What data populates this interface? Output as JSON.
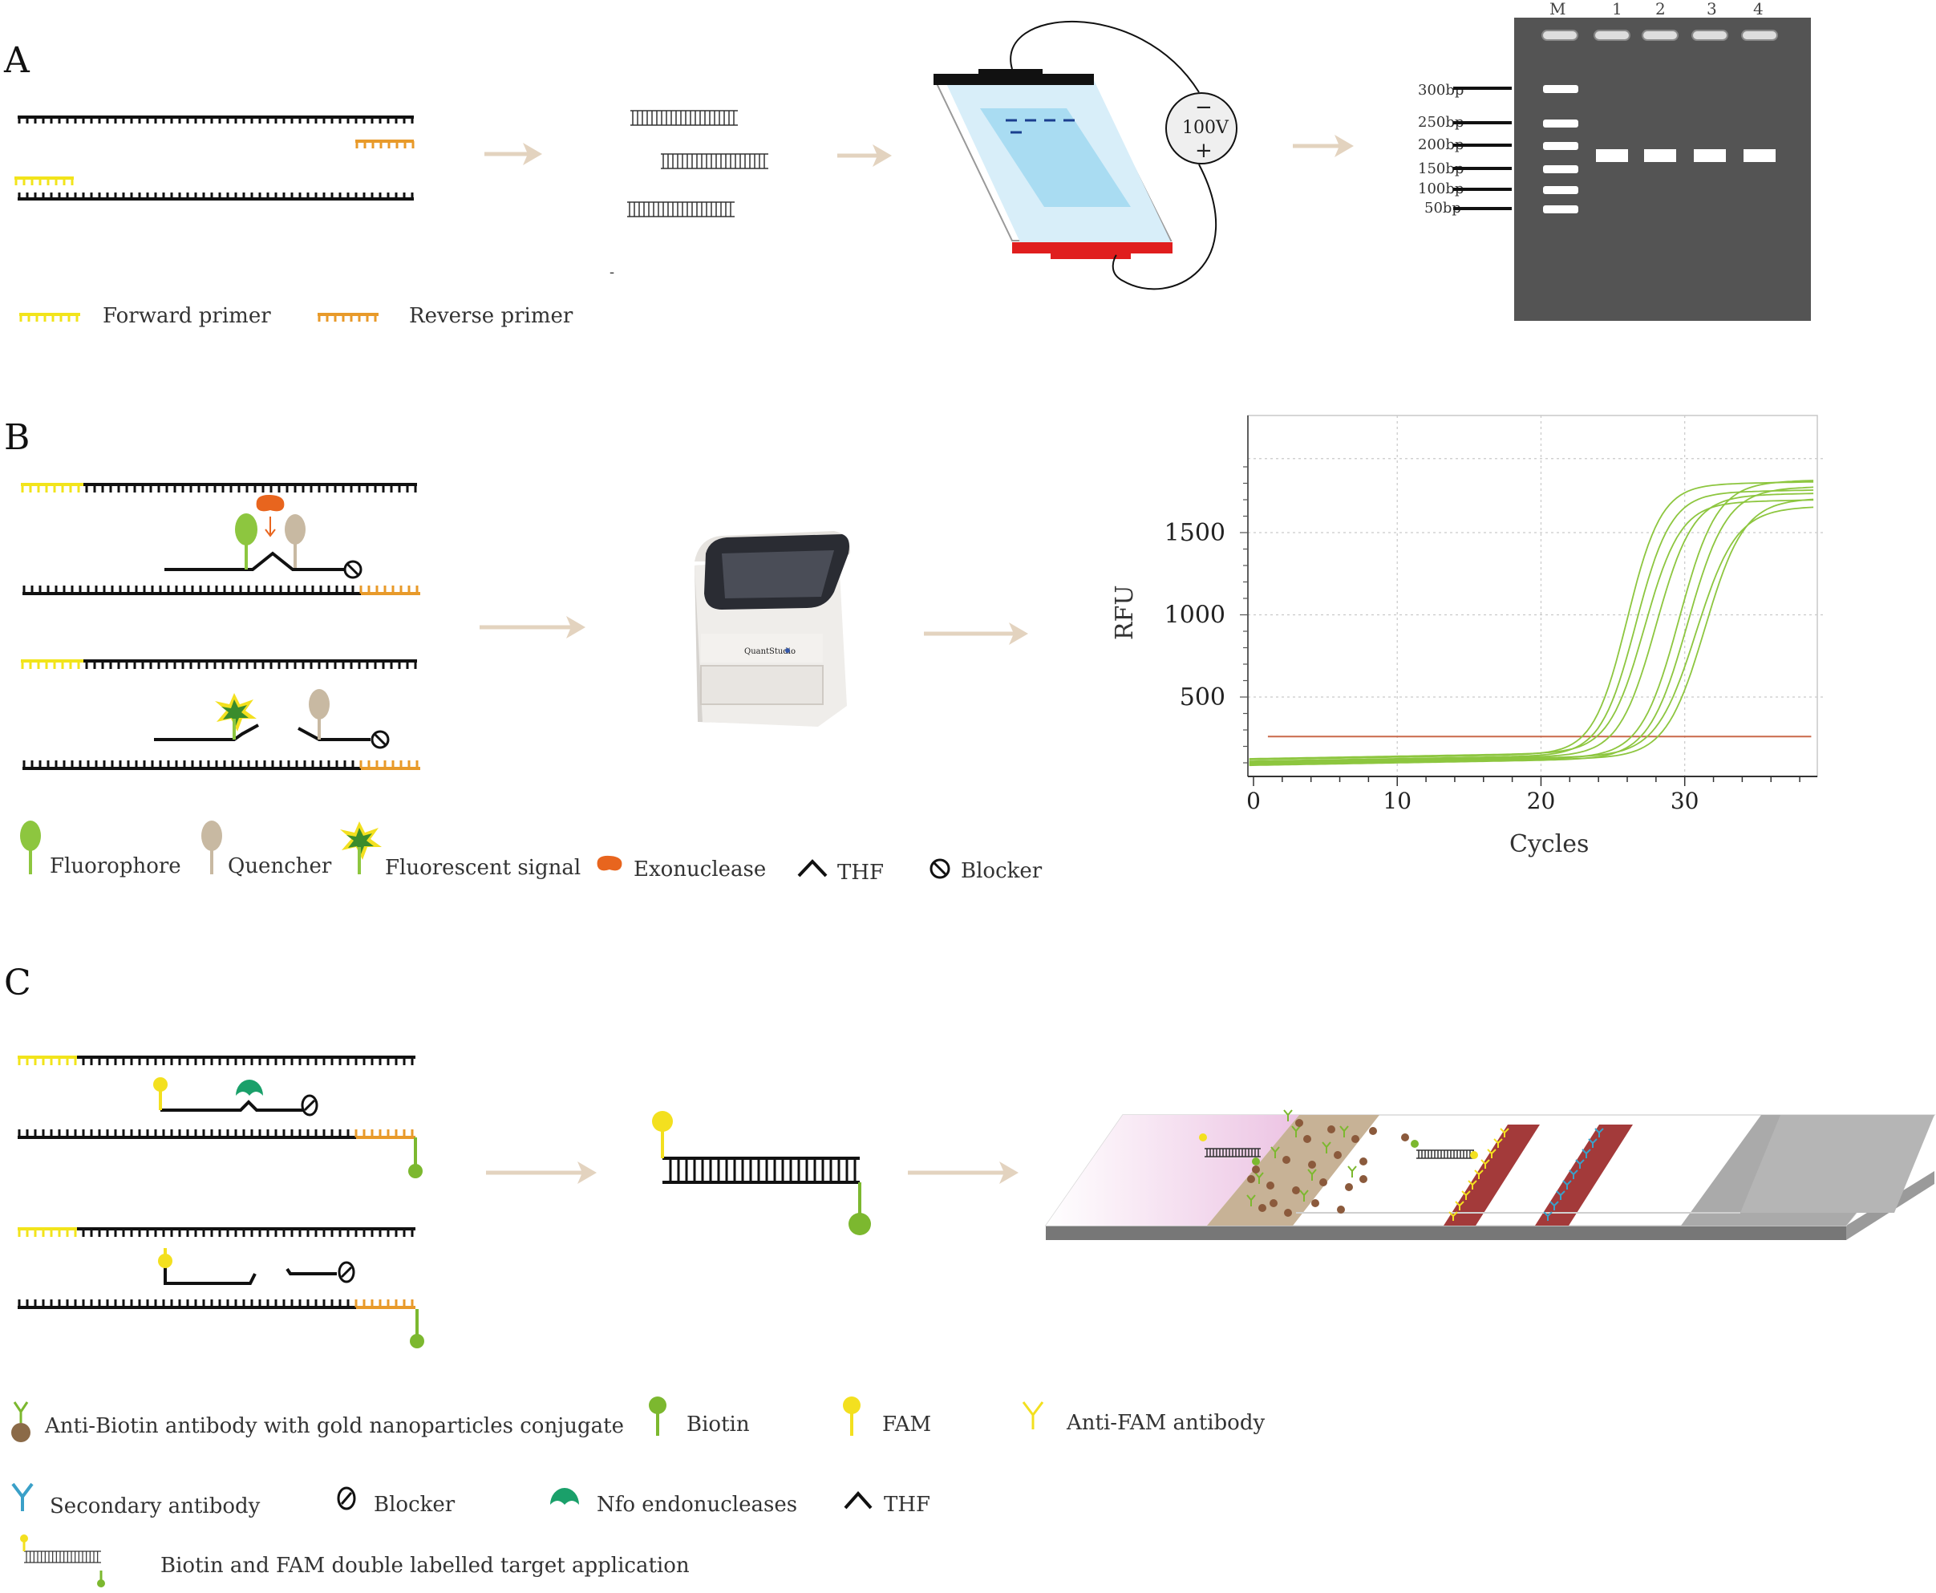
{
  "panels": {
    "a": "A",
    "b": "B",
    "c": "C"
  },
  "panel_a": {
    "legend_forward": "Forward primer",
    "legend_reverse": "Reverse primer",
    "voltage": "100V",
    "minus": "−",
    "plus": "+",
    "gel_lanes": [
      "M",
      "1",
      "2",
      "3",
      "4"
    ],
    "ladder_labels": [
      "300bp",
      "250bp",
      "200bp",
      "150bp",
      "100bp",
      "50bp"
    ],
    "dash": "-"
  },
  "panel_b": {
    "instrument_label": "QuantStudio",
    "legend": {
      "fluorophore": "Fluorophore",
      "quencher": "Quencher",
      "fluorescent_signal": "Fluorescent signal",
      "exonuclease": "Exonuclease",
      "thf": "THF",
      "blocker": "Blocker"
    }
  },
  "chart_data": {
    "type": "line",
    "title": "",
    "xlabel": "Cycles",
    "ylabel": "RFU",
    "xlim": [
      0,
      39
    ],
    "ylim": [
      0,
      2000
    ],
    "x_ticks": [
      "0",
      "10",
      "20",
      "30"
    ],
    "y_ticks": [
      "500",
      "1000",
      "1500"
    ],
    "grid": true,
    "threshold": 260,
    "threshold_color": "#c9684a",
    "curve_color": "#8dc63f",
    "curves": [
      {
        "baseline": 120,
        "plateau": 1750,
        "midpoint": 26.0,
        "slope": 0.85
      },
      {
        "baseline": 110,
        "plateau": 1700,
        "midpoint": 26.6,
        "slope": 0.82
      },
      {
        "baseline": 125,
        "plateau": 1640,
        "midpoint": 27.2,
        "slope": 0.8
      },
      {
        "baseline": 105,
        "plateau": 1680,
        "midpoint": 28.0,
        "slope": 0.78
      },
      {
        "baseline": 95,
        "plateau": 1760,
        "midpoint": 29.6,
        "slope": 0.76
      },
      {
        "baseline": 85,
        "plateau": 1720,
        "midpoint": 30.2,
        "slope": 0.74
      },
      {
        "baseline": 100,
        "plateau": 1600,
        "midpoint": 30.8,
        "slope": 0.72
      },
      {
        "baseline": 90,
        "plateau": 1650,
        "midpoint": 31.4,
        "slope": 0.74
      }
    ]
  },
  "panel_c": {
    "legend": {
      "anti_biotin": "Anti-Biotin antibody with gold nanoparticles conjugate",
      "biotin": "Biotin",
      "fam": "FAM",
      "anti_fam": "Anti-FAM antibody",
      "secondary": "Secondary antibody",
      "blocker": "Blocker",
      "nfo": "Nfo endonucleases",
      "thf": "THF",
      "double_labelled": "Biotin and FAM double labelled target application"
    }
  },
  "colors": {
    "forward_primer": "#f2e41b",
    "reverse_primer": "#e89a2a",
    "arrow": "#e3d3bf",
    "fluorophore": "#8dc63f",
    "quencher": "#c8b9a2",
    "exonuclease": "#e8651e",
    "nfo": "#1aa06a",
    "biotin": "#7cb82f",
    "fam": "#f3e01f",
    "gel": "#545454",
    "strip_lines": "#a33a3a"
  }
}
